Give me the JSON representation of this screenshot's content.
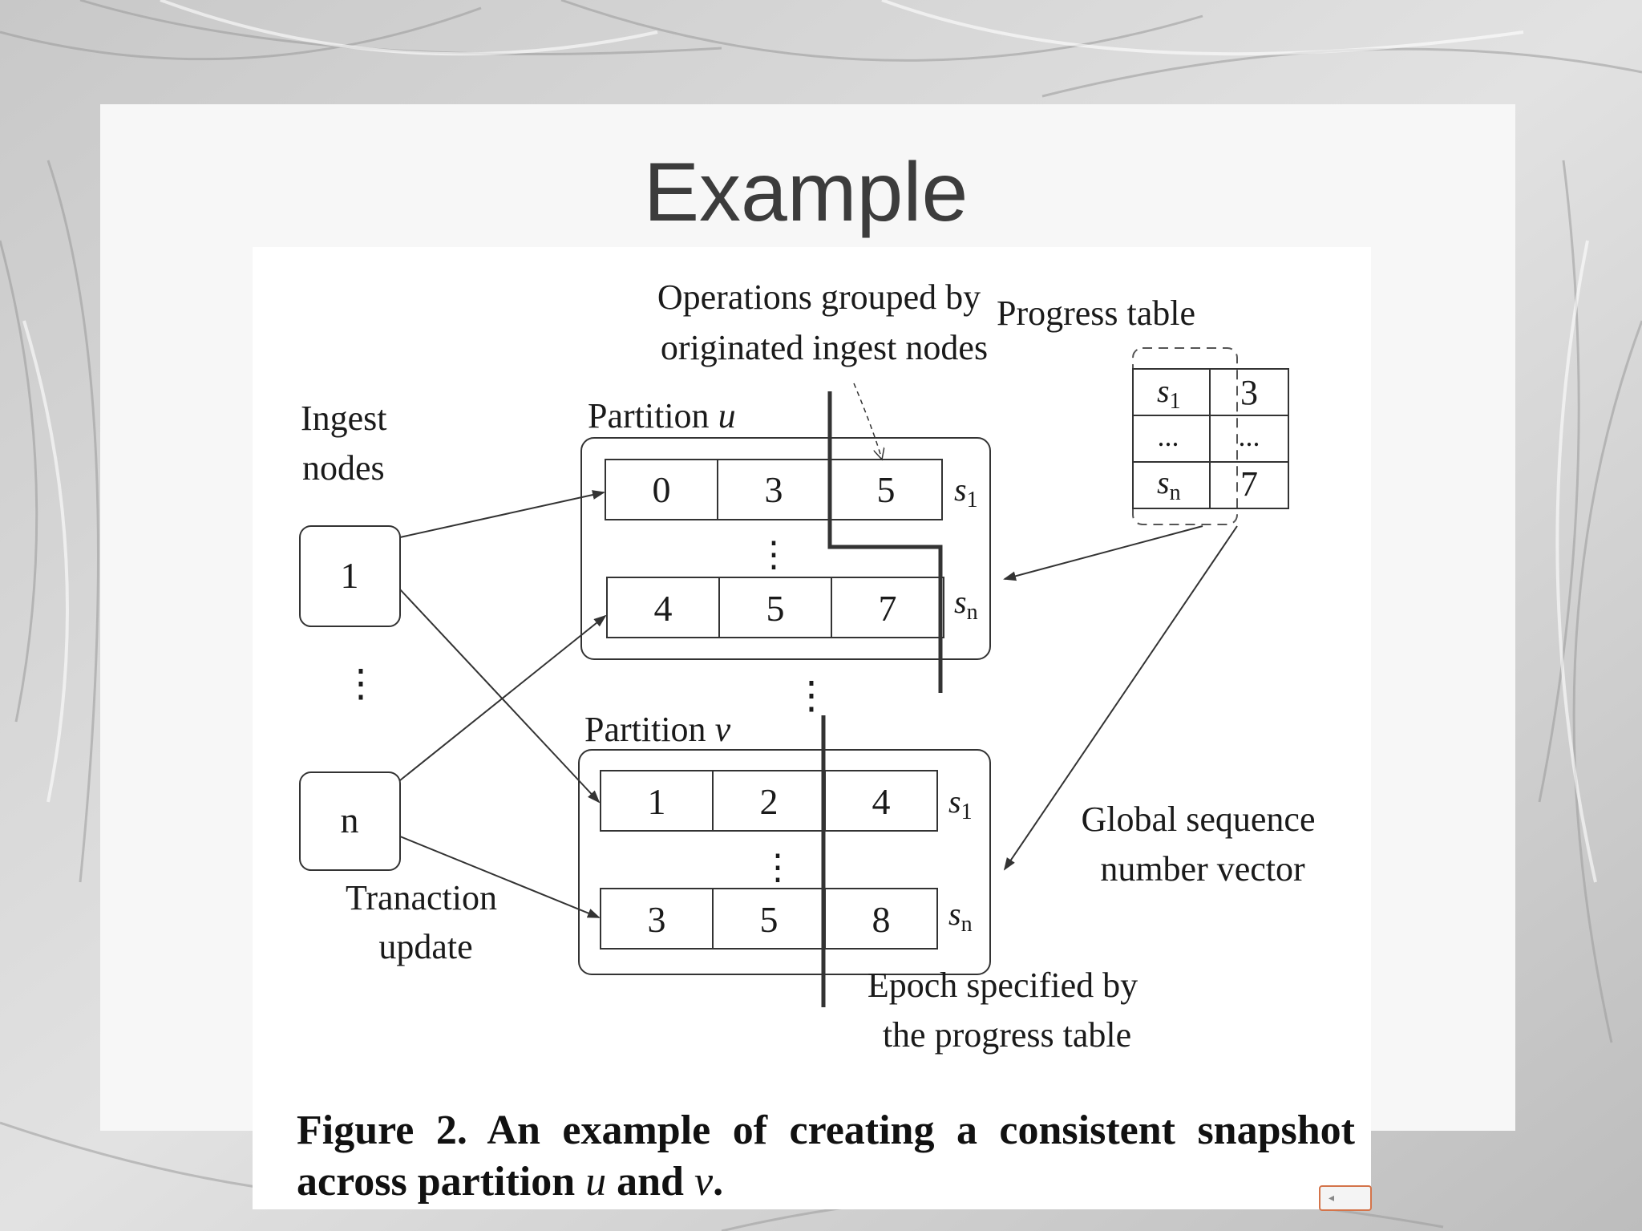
{
  "slide": {
    "title": "Example"
  },
  "diagram": {
    "ingest_label": [
      "Ingest",
      "nodes"
    ],
    "node_1": "1",
    "node_n": "n",
    "node_dots": "⋮",
    "transaction_label": [
      "Tranaction",
      "update"
    ],
    "ops_label": [
      "Operations grouped by",
      "originated ingest nodes"
    ],
    "progress_label": "Progress table",
    "partition_u": {
      "prefix": "Partition ",
      "var": "u"
    },
    "partition_v": {
      "prefix": "Partition ",
      "var": "v"
    },
    "partitions_dots": "⋮",
    "u_row1": [
      "0",
      "3",
      "5"
    ],
    "u_row2": [
      "4",
      "5",
      "7"
    ],
    "v_row1": [
      "1",
      "2",
      "4"
    ],
    "v_row2": [
      "3",
      "5",
      "8"
    ],
    "row_dots": "⋮",
    "s1": {
      "base": "s",
      "sub": "1"
    },
    "sn": {
      "base": "s",
      "sub": "n"
    },
    "progress_rows": [
      {
        "key_base": "s",
        "key_sub": "1",
        "value": "3"
      },
      {
        "key_base": "...",
        "key_sub": "",
        "value": "..."
      },
      {
        "key_base": "s",
        "key_sub": "n",
        "value": "7"
      }
    ],
    "global_label": [
      "Global sequence",
      "number vector"
    ],
    "epoch_label": [
      "Epoch specified by",
      "the progress table"
    ]
  },
  "caption": {
    "prefix": "Figure 2.  An example of creating a consistent snapshot across partition ",
    "var_u": "u",
    "middle": " and ",
    "var_v": "v",
    "suffix": "."
  }
}
